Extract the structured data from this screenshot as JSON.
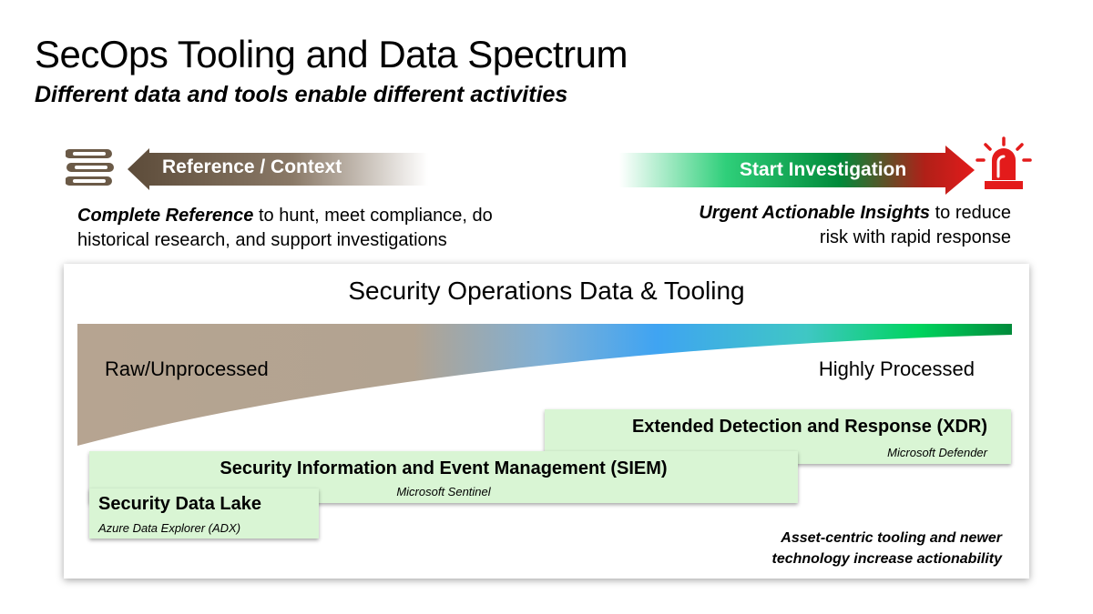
{
  "header": {
    "title": "SecOps Tooling and Data Spectrum",
    "subtitle": "Different data and tools enable different activities"
  },
  "reference": {
    "label": "Reference / Context",
    "desc_bold": "Complete Reference",
    "desc_rest": " to hunt, meet compliance, do historical research, and support investigations",
    "icon": "books-icon"
  },
  "investigation": {
    "label": "Start Investigation",
    "desc_bold": "Urgent Actionable Insights",
    "desc_rest": " to reduce risk with rapid response",
    "icon": "alarm-icon"
  },
  "panel": {
    "title": "Security Operations Data & Tooling",
    "raw_label": "Raw/Unprocessed",
    "processed_label": "Highly Processed",
    "tools": {
      "xdr": {
        "name": "Extended Detection and Response (XDR)",
        "product": "Microsoft Defender"
      },
      "siem": {
        "name": "Security Information and Event Management (SIEM)",
        "product": "Microsoft Sentinel"
      },
      "lake": {
        "name": "Security Data Lake",
        "product": "Azure Data Explorer (ADX)"
      }
    },
    "note": "Asset-centric tooling and newer technology increase actionability"
  },
  "colors": {
    "brown": "#6b5a47",
    "taupe": "#bcab98",
    "blue": "#3fa4f2",
    "green": "#00b050",
    "red": "#e31b1b",
    "tool_fill": "#d9f5d4"
  }
}
